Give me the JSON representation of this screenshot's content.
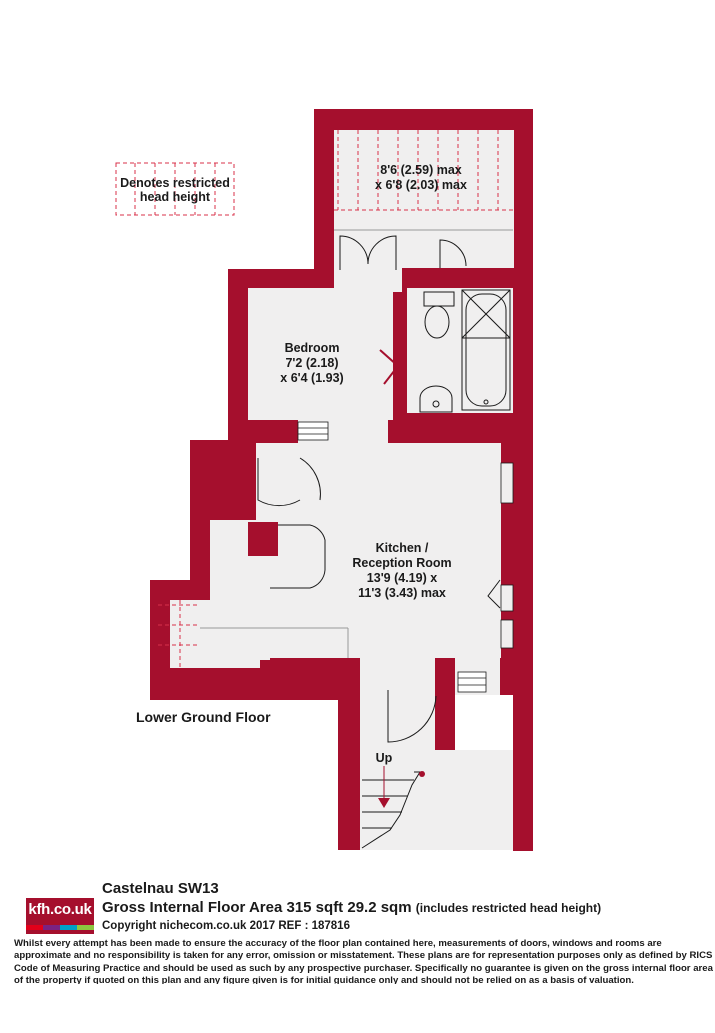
{
  "legend": {
    "line1": "Denotes restricted",
    "line2": "head height"
  },
  "rooms": {
    "storage": {
      "line1": "8'6 (2.59) max",
      "line2": "x 6'8 (2.03) max"
    },
    "bedroom": {
      "name": "Bedroom",
      "line1": "7'2 (2.18)",
      "line2": "x 6'4 (1.93)"
    },
    "kitchen": {
      "name1": "Kitchen /",
      "name2": "Reception Room",
      "line1": "13'9 (4.19) x",
      "line2": "11'3 (3.43) max"
    }
  },
  "floor_label": "Lower Ground Floor",
  "stairs_label": "Up",
  "footer": {
    "address": "Castelnau  SW13",
    "area_main": "Gross Internal Floor Area 315 sqft 29.2 sqm",
    "area_note": "(includes restricted head height)",
    "copyright": "Copyright nichecom.co.uk 2017 REF : 187816",
    "disclaimer": "Whilst every attempt has been made to ensure the accuracy of the floor plan contained here, measurements of doors, windows and rooms are approximate and no responsibility is taken for any error, omission or misstatement.  These plans are for representation purposes only as defined by RICS Code of Measuring Practice and should be used as such by any prospective purchaser.  Specifically no guarantee is given on the gross internal floor area of the property if quoted on this plan and any figure given is for initial guidance only and should not be relied on as a basis of valuation."
  },
  "logo": {
    "text": "kfh.co.uk",
    "color": "#a50f2d",
    "bar_colors": [
      "#e2001a",
      "#7a2282",
      "#00a0c6",
      "#8cc63f"
    ]
  },
  "colors": {
    "wall": "#a50f2d",
    "floor": "#f0efef",
    "dash": "#d8304a"
  }
}
